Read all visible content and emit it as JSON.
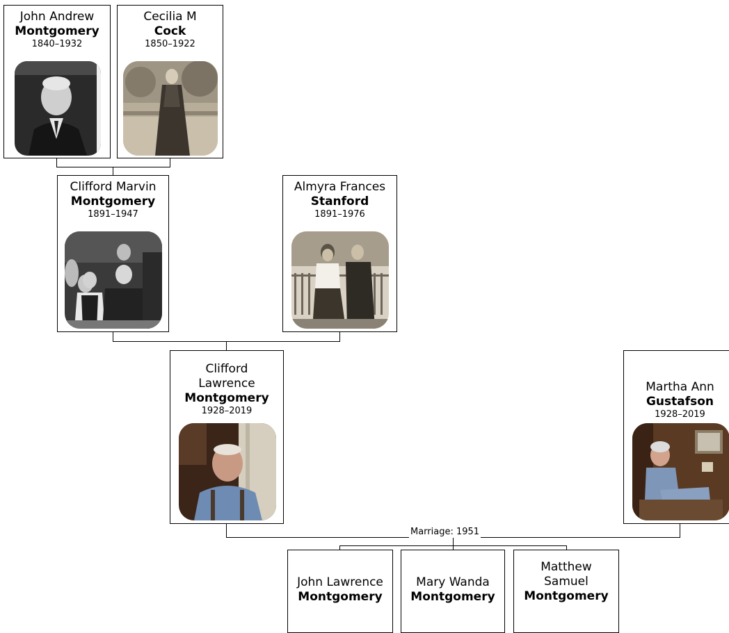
{
  "people": {
    "john_andrew": {
      "given": "John Andrew",
      "surname": "Montgomery",
      "dates": "1840–1932",
      "photo": "photo-portrait-elderly-man"
    },
    "cecilia": {
      "given": "Cecilia M",
      "surname": "Cock",
      "dates": "1850–1922",
      "photo": "photo-woman-in-garden"
    },
    "clifford_marvin": {
      "given": "Clifford Marvin",
      "surname": "Montgomery",
      "dates": "1891–1947",
      "photo": "photo-group-portrait"
    },
    "almyra": {
      "given": "Almyra Frances",
      "surname": "Stanford",
      "dates": "1891–1976",
      "photo": "photo-couple-by-fence"
    },
    "clifford_lawrence": {
      "given_line1": "Clifford",
      "given_line2": "Lawrence",
      "surname": "Montgomery",
      "dates": "1928–2019",
      "photo": "photo-elderly-man-blue-shirt"
    },
    "martha": {
      "given": "Martha Ann",
      "surname": "Gustafson",
      "dates": "1928–2019",
      "photo": "photo-elderly-woman-seated"
    },
    "john_lawrence": {
      "given": "John Lawrence",
      "surname": "Montgomery"
    },
    "mary_wanda": {
      "given": "Mary Wanda",
      "surname": "Montgomery"
    },
    "matthew": {
      "given_line1": "Matthew",
      "given_line2": "Samuel",
      "surname": "Montgomery"
    }
  },
  "marriage_label": "Marriage: 1951"
}
